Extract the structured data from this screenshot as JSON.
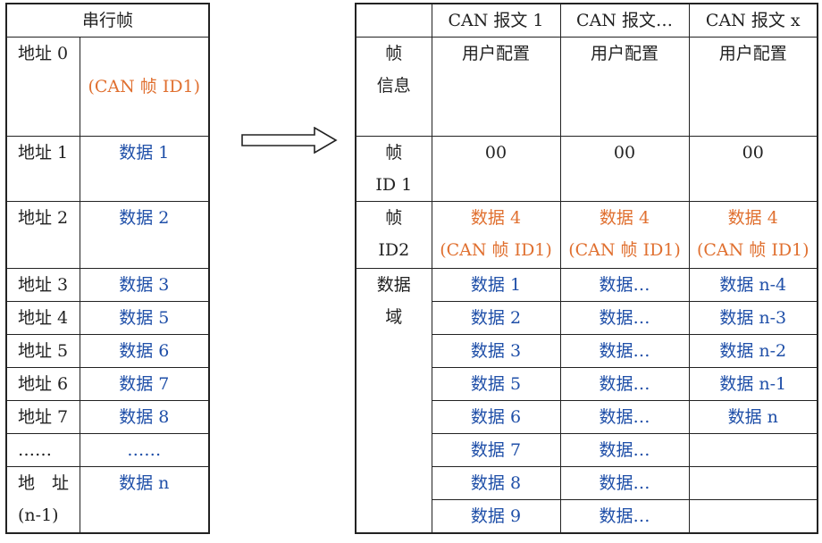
{
  "serial_table": {
    "header": "串行帧",
    "rows": [
      {
        "address": "地址 0",
        "content": "(CAN 帧 ID1)"
      },
      {
        "address": "地址 1",
        "content": "数据 1"
      },
      {
        "address": "地址 2",
        "content": "数据 2"
      },
      {
        "address": "地址 3",
        "content": "数据 3"
      },
      {
        "address": "地址 4",
        "content": "数据 5"
      },
      {
        "address": "地址 5",
        "content": "数据 6"
      },
      {
        "address": "地址 6",
        "content": "数据 7"
      },
      {
        "address": "地址 7",
        "content": "数据 8"
      },
      {
        "address": "……",
        "content": "……"
      },
      {
        "address_line1": "地　址",
        "address_line2": "(n-1)",
        "content": "数据 n"
      }
    ]
  },
  "can_table": {
    "headers": [
      "CAN 报文 1",
      "CAN 报文…",
      "CAN 报文 x"
    ],
    "frame_info": {
      "label_line1": "帧",
      "label_line2": "信息",
      "values": [
        "用户配置",
        "用户配置",
        "用户配置"
      ]
    },
    "frame_id1": {
      "label_line1": "帧",
      "label_line2": "ID 1",
      "values": [
        "00",
        "00",
        "00"
      ]
    },
    "frame_id2": {
      "label_line1": "帧",
      "label_line2": "ID2",
      "values_line1": [
        "数据 4",
        "数据 4",
        "数据 4"
      ],
      "values_line2": [
        "(CAN 帧 ID1)",
        "(CAN 帧 ID1)",
        "(CAN 帧 ID1)"
      ]
    },
    "data_field": {
      "label_line1": "数据",
      "label_line2": "域",
      "rows": [
        [
          "数据 1",
          "数据…",
          "数据 n-4"
        ],
        [
          "数据 2",
          "数据…",
          "数据 n-3"
        ],
        [
          "数据 3",
          "数据…",
          "数据 n-2"
        ],
        [
          "数据 5",
          "数据…",
          "数据 n-1"
        ],
        [
          "数据 6",
          "数据…",
          "数据 n"
        ],
        [
          "数据 7",
          "数据…",
          ""
        ],
        [
          "数据 8",
          "数据…",
          ""
        ],
        [
          "数据 9",
          "数据…",
          ""
        ]
      ]
    }
  }
}
